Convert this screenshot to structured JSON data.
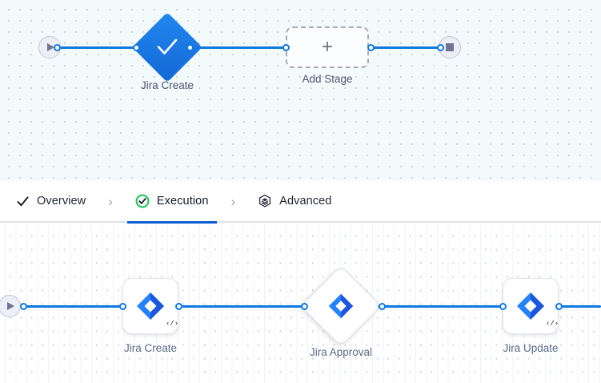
{
  "top_pipeline": {
    "name": "execution-graph-top",
    "start_node": {
      "icon": "play-icon",
      "title": "Start"
    },
    "end_node": {
      "icon": "stop-icon",
      "title": "End"
    },
    "stages": [
      {
        "label": "Jira Create",
        "icon": "check-icon",
        "shape": "diamond",
        "state": "success"
      }
    ],
    "add_stage": {
      "label": "Add Stage",
      "icon": "plus-icon"
    }
  },
  "tabs": {
    "items": [
      {
        "label": "Overview",
        "icon": "check-icon",
        "active": false
      },
      {
        "label": "Execution",
        "icon": "check-circle-icon",
        "active": true
      },
      {
        "label": "Advanced",
        "icon": "hexagon-layers-icon",
        "active": false
      }
    ],
    "separator": "›"
  },
  "bottom_pipeline": {
    "name": "execution-graph-bottom",
    "start_node": {
      "icon": "play-icon",
      "title": "Start"
    },
    "steps": [
      {
        "label": "Jira Create",
        "icon": "jira-icon",
        "shape": "box",
        "badge": "‹/›"
      },
      {
        "label": "Jira Approval",
        "icon": "jira-icon",
        "shape": "diamond",
        "badge": ""
      },
      {
        "label": "Jira Update",
        "icon": "jira-icon",
        "shape": "box",
        "badge": "‹/›"
      }
    ]
  },
  "colors": {
    "edge": "#0f79e0",
    "accent": "#0b5cd5",
    "success": "#22c55e",
    "jira_blue": "#2681ff",
    "jira_blue_dark": "#1b4fd8",
    "canvas_top_bg": "#f2fafc",
    "canvas_bottom_bg": "#ffffff"
  }
}
